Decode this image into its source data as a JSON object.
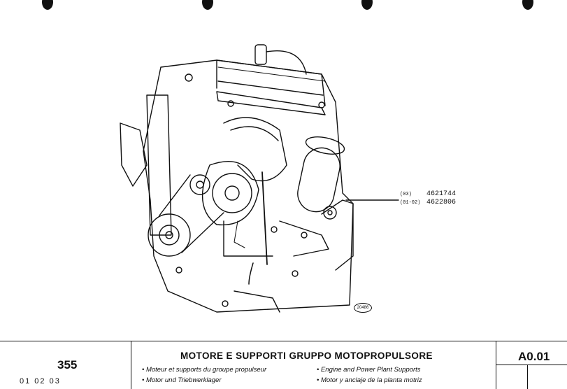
{
  "callout": {
    "items": [
      {
        "variant": "(03)",
        "part_number": "4621744"
      },
      {
        "variant": "(01-02)",
        "part_number": "4622806"
      }
    ]
  },
  "figure_ref": "20486",
  "title_block": {
    "model": "355",
    "variants": "01 02 03",
    "title": "MOTORE E SUPPORTI GRUPPO MOTOPROPULSORE",
    "subtitles": [
      "• Moteur et supports du groupe propulseur",
      "• Engine and Power Plant Supports",
      "• Motor und Triebwerklager",
      "• Motor y anclaje de la planta motriz"
    ],
    "code": "A0.01"
  }
}
